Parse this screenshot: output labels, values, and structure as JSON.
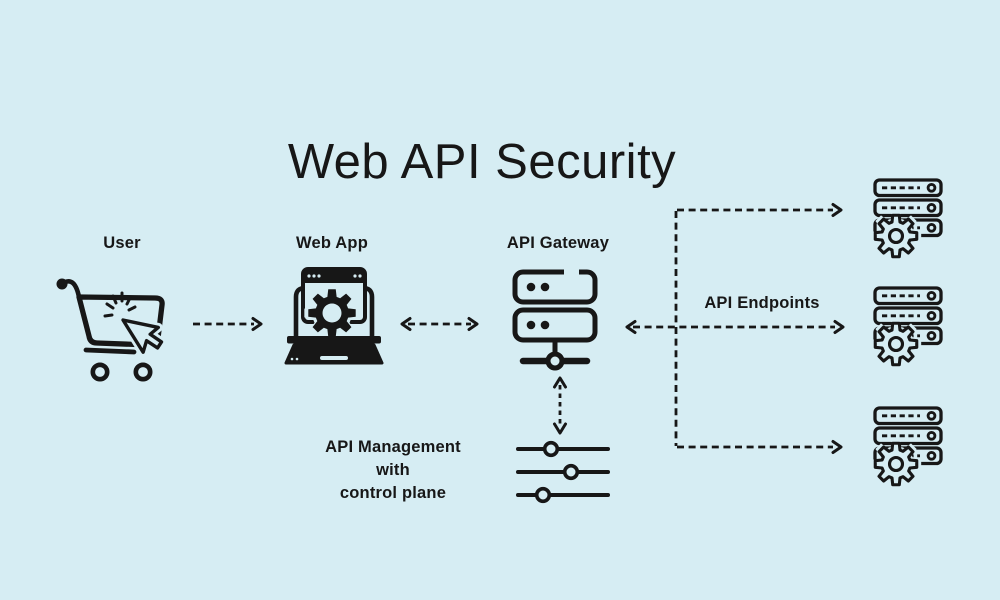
{
  "colors": {
    "background": "#d6edf3",
    "ink": "#171717"
  },
  "title": "Web API Security",
  "labels": {
    "user": "User",
    "web_app": "Web App",
    "api_gateway": "API Gateway",
    "api_endpoints": "API Endpoints",
    "api_management": [
      "API Management",
      "with",
      "control plane"
    ]
  },
  "icons": {
    "user": "shopping-cart-click-icon",
    "web_app": "laptop-browser-gear-icon",
    "api_gateway": "server-network-icon",
    "api_endpoints": "server-rack-gear-icon",
    "api_management": "sliders-icon"
  },
  "connections": [
    {
      "from": "User",
      "to": "Web App",
      "line": "dashed",
      "direction": "one-way"
    },
    {
      "from": "Web App",
      "to": "API Gateway",
      "line": "dashed",
      "direction": "two-way"
    },
    {
      "from": "API Gateway",
      "to": "API Endpoints (middle)",
      "line": "dashed",
      "direction": "two-way"
    },
    {
      "from": "API Gateway",
      "to": "API Endpoints (top)",
      "line": "dashed",
      "direction": "one-way"
    },
    {
      "from": "API Gateway",
      "to": "API Endpoints (bottom)",
      "line": "dashed",
      "direction": "one-way"
    },
    {
      "from": "API Gateway",
      "to": "API Management with control plane",
      "line": "dashed",
      "direction": "two-way"
    }
  ]
}
